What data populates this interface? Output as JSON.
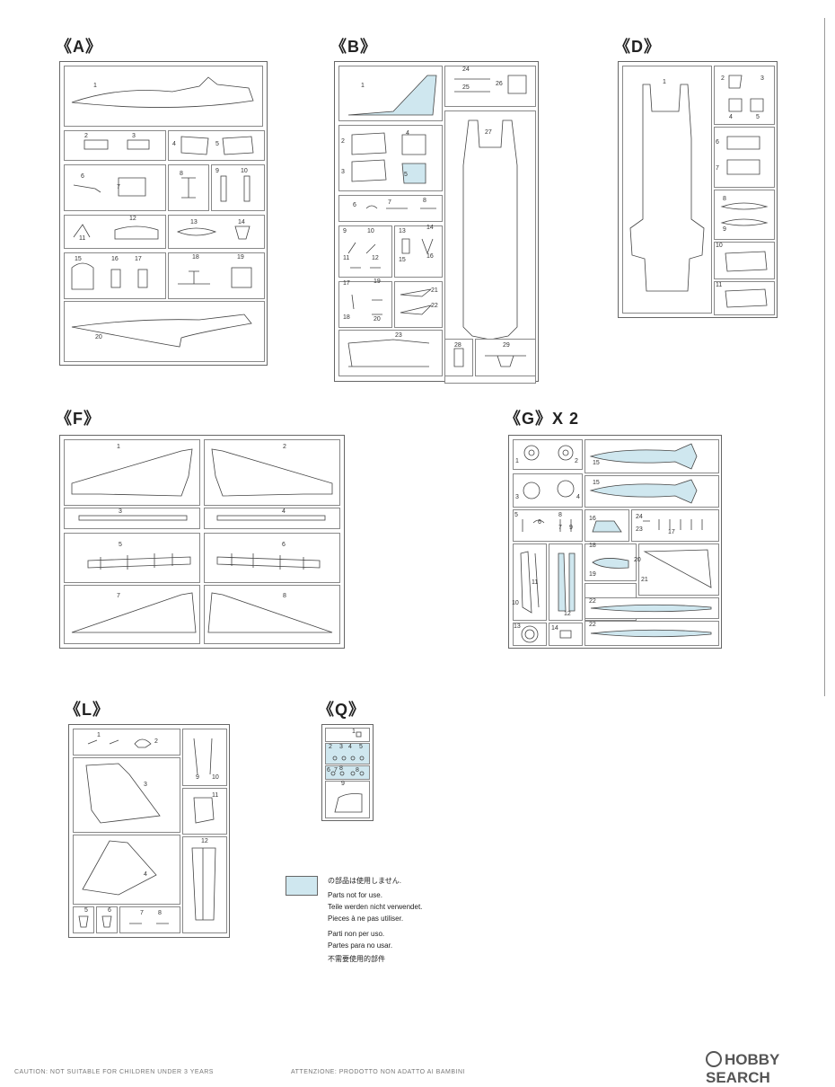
{
  "sprues": {
    "A": {
      "label": "《A》"
    },
    "B": {
      "label": "《B》"
    },
    "D": {
      "label": "《D》"
    },
    "F": {
      "label": "《F》"
    },
    "G": {
      "label": "《G》X 2"
    },
    "L": {
      "label": "《L》"
    },
    "Q": {
      "label": "《Q》"
    }
  },
  "nums": {
    "a1": "1",
    "a2": "2",
    "a3": "3",
    "a4": "4",
    "a5": "5",
    "a6": "6",
    "a7": "7",
    "a8": "8",
    "a9": "9",
    "a10": "10",
    "a11": "11",
    "a12": "12",
    "a13": "13",
    "a14": "14",
    "a15": "15",
    "a16": "16",
    "a17": "17",
    "a18": "18",
    "a19": "19",
    "a20": "20",
    "b1": "1",
    "b2": "2",
    "b3": "3",
    "b4": "4",
    "b5": "5",
    "b6": "6",
    "b7": "7",
    "b8": "8",
    "b9": "9",
    "b10": "10",
    "b11": "11",
    "b12": "12",
    "b13": "13",
    "b14": "14",
    "b15": "15",
    "b16": "16",
    "b17": "17",
    "b18": "18",
    "b19": "19",
    "b20": "20",
    "b21": "21",
    "b22": "22",
    "b23": "23",
    "b24": "24",
    "b25": "25",
    "b26": "26",
    "b27": "27",
    "b28": "28",
    "b29": "29",
    "d1": "1",
    "d2": "2",
    "d3": "3",
    "d4": "4",
    "d5": "5",
    "d6": "6",
    "d7": "7",
    "d8": "8",
    "d9": "9",
    "d10": "10",
    "d11": "11",
    "f1": "1",
    "f2": "2",
    "f3": "3",
    "f4": "4",
    "f5": "5",
    "f6": "6",
    "f7": "7",
    "f8": "8",
    "g1": "1",
    "g2": "2",
    "g3": "3",
    "g4": "4",
    "g5": "5",
    "g6": "6",
    "g7": "7",
    "g8": "8",
    "g9": "9",
    "g10": "10",
    "g11": "11",
    "g12": "12",
    "g13": "13",
    "g14": "14",
    "g15a": "15",
    "g15b": "15",
    "g16": "16",
    "g17": "17",
    "g18": "18",
    "g19": "19",
    "g20": "20",
    "g21": "21",
    "g22a": "22",
    "g22b": "22",
    "g23": "23",
    "g24": "24",
    "l1": "1",
    "l2": "2",
    "l3": "3",
    "l4": "4",
    "l5": "5",
    "l6": "6",
    "l7": "7",
    "l8": "8",
    "l9": "9",
    "l10": "10",
    "l11": "11",
    "l12": "12",
    "q1": "1",
    "q2": "2",
    "q3": "3",
    "q4": "4",
    "q5": "5",
    "q6": "6",
    "q7": "7",
    "q8": "8",
    "q8b": "8",
    "q9": "9"
  },
  "legend": {
    "ja": "の部品は使用しません.",
    "en": "Parts not for use.",
    "de": "Teile werden nicht verwendet.",
    "fr": "Pieces à ne pas utiliser.",
    "it": "Parti non per uso.",
    "es": "Partes para no usar.",
    "zh": "不需要使用的部件"
  },
  "footer": {
    "left": "CAUTION: NOT SUITABLE FOR CHILDREN UNDER 3 YEARS",
    "mid": "ATTENZIONE: PRODOTTO NON ADATTO AI BAMBINI",
    "watermark": "HOBBY SEARCH"
  },
  "colors": {
    "unused_fill": "#cfe7ef",
    "line": "#444444"
  }
}
